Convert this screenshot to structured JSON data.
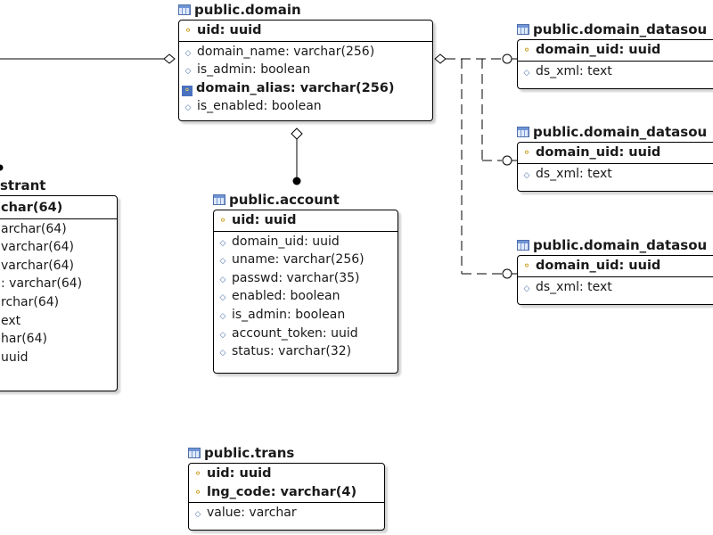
{
  "entities": {
    "domain": {
      "name": "public.domain",
      "pk": [
        {
          "label": "uid: uuid"
        }
      ],
      "columns": [
        {
          "label": "domain_name: varchar(256)",
          "icon": "attribute-icon"
        },
        {
          "label": "is_admin: boolean",
          "icon": "attribute-icon"
        },
        {
          "label": "domain_alias: varchar(256)",
          "icon": "foreign-key-icon",
          "bold": true
        },
        {
          "label": "is_enabled: boolean",
          "icon": "attribute-icon"
        }
      ]
    },
    "ds1": {
      "name": "public.domain_datasou",
      "pk": [
        {
          "label": "domain_uid: uuid"
        }
      ],
      "columns": [
        {
          "label": "ds_xml: text",
          "icon": "attribute-icon"
        }
      ]
    },
    "ds2": {
      "name": "public.domain_datasou",
      "pk": [
        {
          "label": "domain_uid: uuid"
        }
      ],
      "columns": [
        {
          "label": "ds_xml: text",
          "icon": "attribute-icon"
        }
      ]
    },
    "ds3": {
      "name": "public.domain_datasou",
      "pk": [
        {
          "label": "domain_uid: uuid"
        }
      ],
      "columns": [
        {
          "label": "ds_xml: text",
          "icon": "attribute-icon"
        }
      ]
    },
    "registrant": {
      "name": "strant",
      "pk": [
        {
          "label": "char(64)"
        }
      ],
      "columns": [
        {
          "label": "archar(64)",
          "icon": "attribute-icon"
        },
        {
          "label": "varchar(64)",
          "icon": "attribute-icon"
        },
        {
          "label": "varchar(64)",
          "icon": "attribute-icon"
        },
        {
          "label": ": varchar(64)",
          "icon": "attribute-icon"
        },
        {
          "label": "rchar(64)",
          "icon": "attribute-icon"
        },
        {
          "label": "ext",
          "icon": "attribute-icon"
        },
        {
          "label": "har(64)",
          "icon": "attribute-icon"
        },
        {
          "label": "uuid",
          "icon": "attribute-icon"
        }
      ]
    },
    "account": {
      "name": "public.account",
      "pk": [
        {
          "label": "uid: uuid"
        }
      ],
      "columns": [
        {
          "label": "domain_uid: uuid",
          "icon": "attribute-icon"
        },
        {
          "label": "uname: varchar(256)",
          "icon": "attribute-icon"
        },
        {
          "label": "passwd: varchar(35)",
          "icon": "attribute-icon"
        },
        {
          "label": "enabled: boolean",
          "icon": "attribute-icon"
        },
        {
          "label": "is_admin: boolean",
          "icon": "attribute-icon"
        },
        {
          "label": "account_token: uuid",
          "icon": "attribute-icon"
        },
        {
          "label": "status: varchar(32)",
          "icon": "attribute-icon"
        }
      ]
    },
    "trans": {
      "name": "public.trans",
      "pk": [
        {
          "label": "uid: uuid"
        },
        {
          "label": "lng_code: varchar(4)"
        }
      ],
      "columns": [
        {
          "label": "value: varchar",
          "icon": "attribute-icon"
        }
      ]
    }
  },
  "icons": {
    "table": "table-icon",
    "primary_key": "key-icon",
    "attribute": "attribute-icon",
    "foreign_key": "foreign-key-icon"
  },
  "colors": {
    "border": "#000000",
    "key": "#c79a16",
    "attribute": "#4a6fa8",
    "table_icon": "#6f95d6"
  }
}
